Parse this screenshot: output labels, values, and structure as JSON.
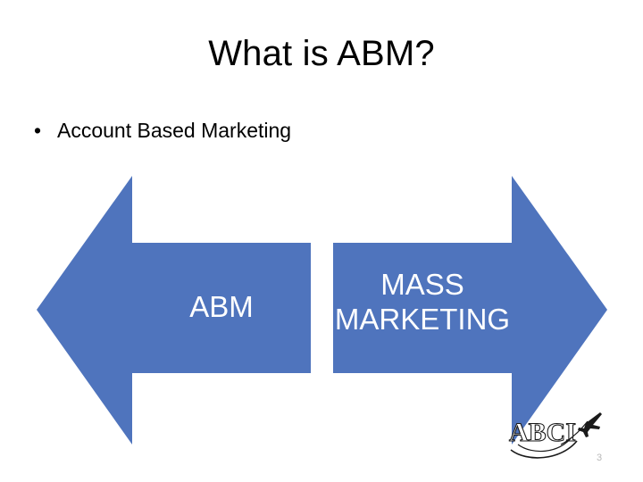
{
  "slide": {
    "title": "What is ABM?",
    "bullets": [
      {
        "marker": "•",
        "text": "Account Based Marketing"
      }
    ],
    "page_number": "3",
    "background_color": "#ffffff",
    "text_color": "#000000"
  },
  "diagram": {
    "type": "two-way-arrow",
    "accent_color": "#4f74bd",
    "label_color": "#ffffff",
    "arrows": [
      {
        "name": "left-arrow",
        "direction": "left",
        "label": "ABM",
        "label_lines": [
          "ABM"
        ]
      },
      {
        "name": "right-arrow",
        "direction": "right",
        "label": "MASS MARKETING",
        "label_lines": [
          "MASS",
          "MARKETING"
        ]
      }
    ]
  },
  "logo": {
    "name": "abci-logo",
    "text": "ABCI",
    "mark": "airplane-swoosh",
    "letter_color": "#000000",
    "accent_color": "#4f74bd"
  }
}
